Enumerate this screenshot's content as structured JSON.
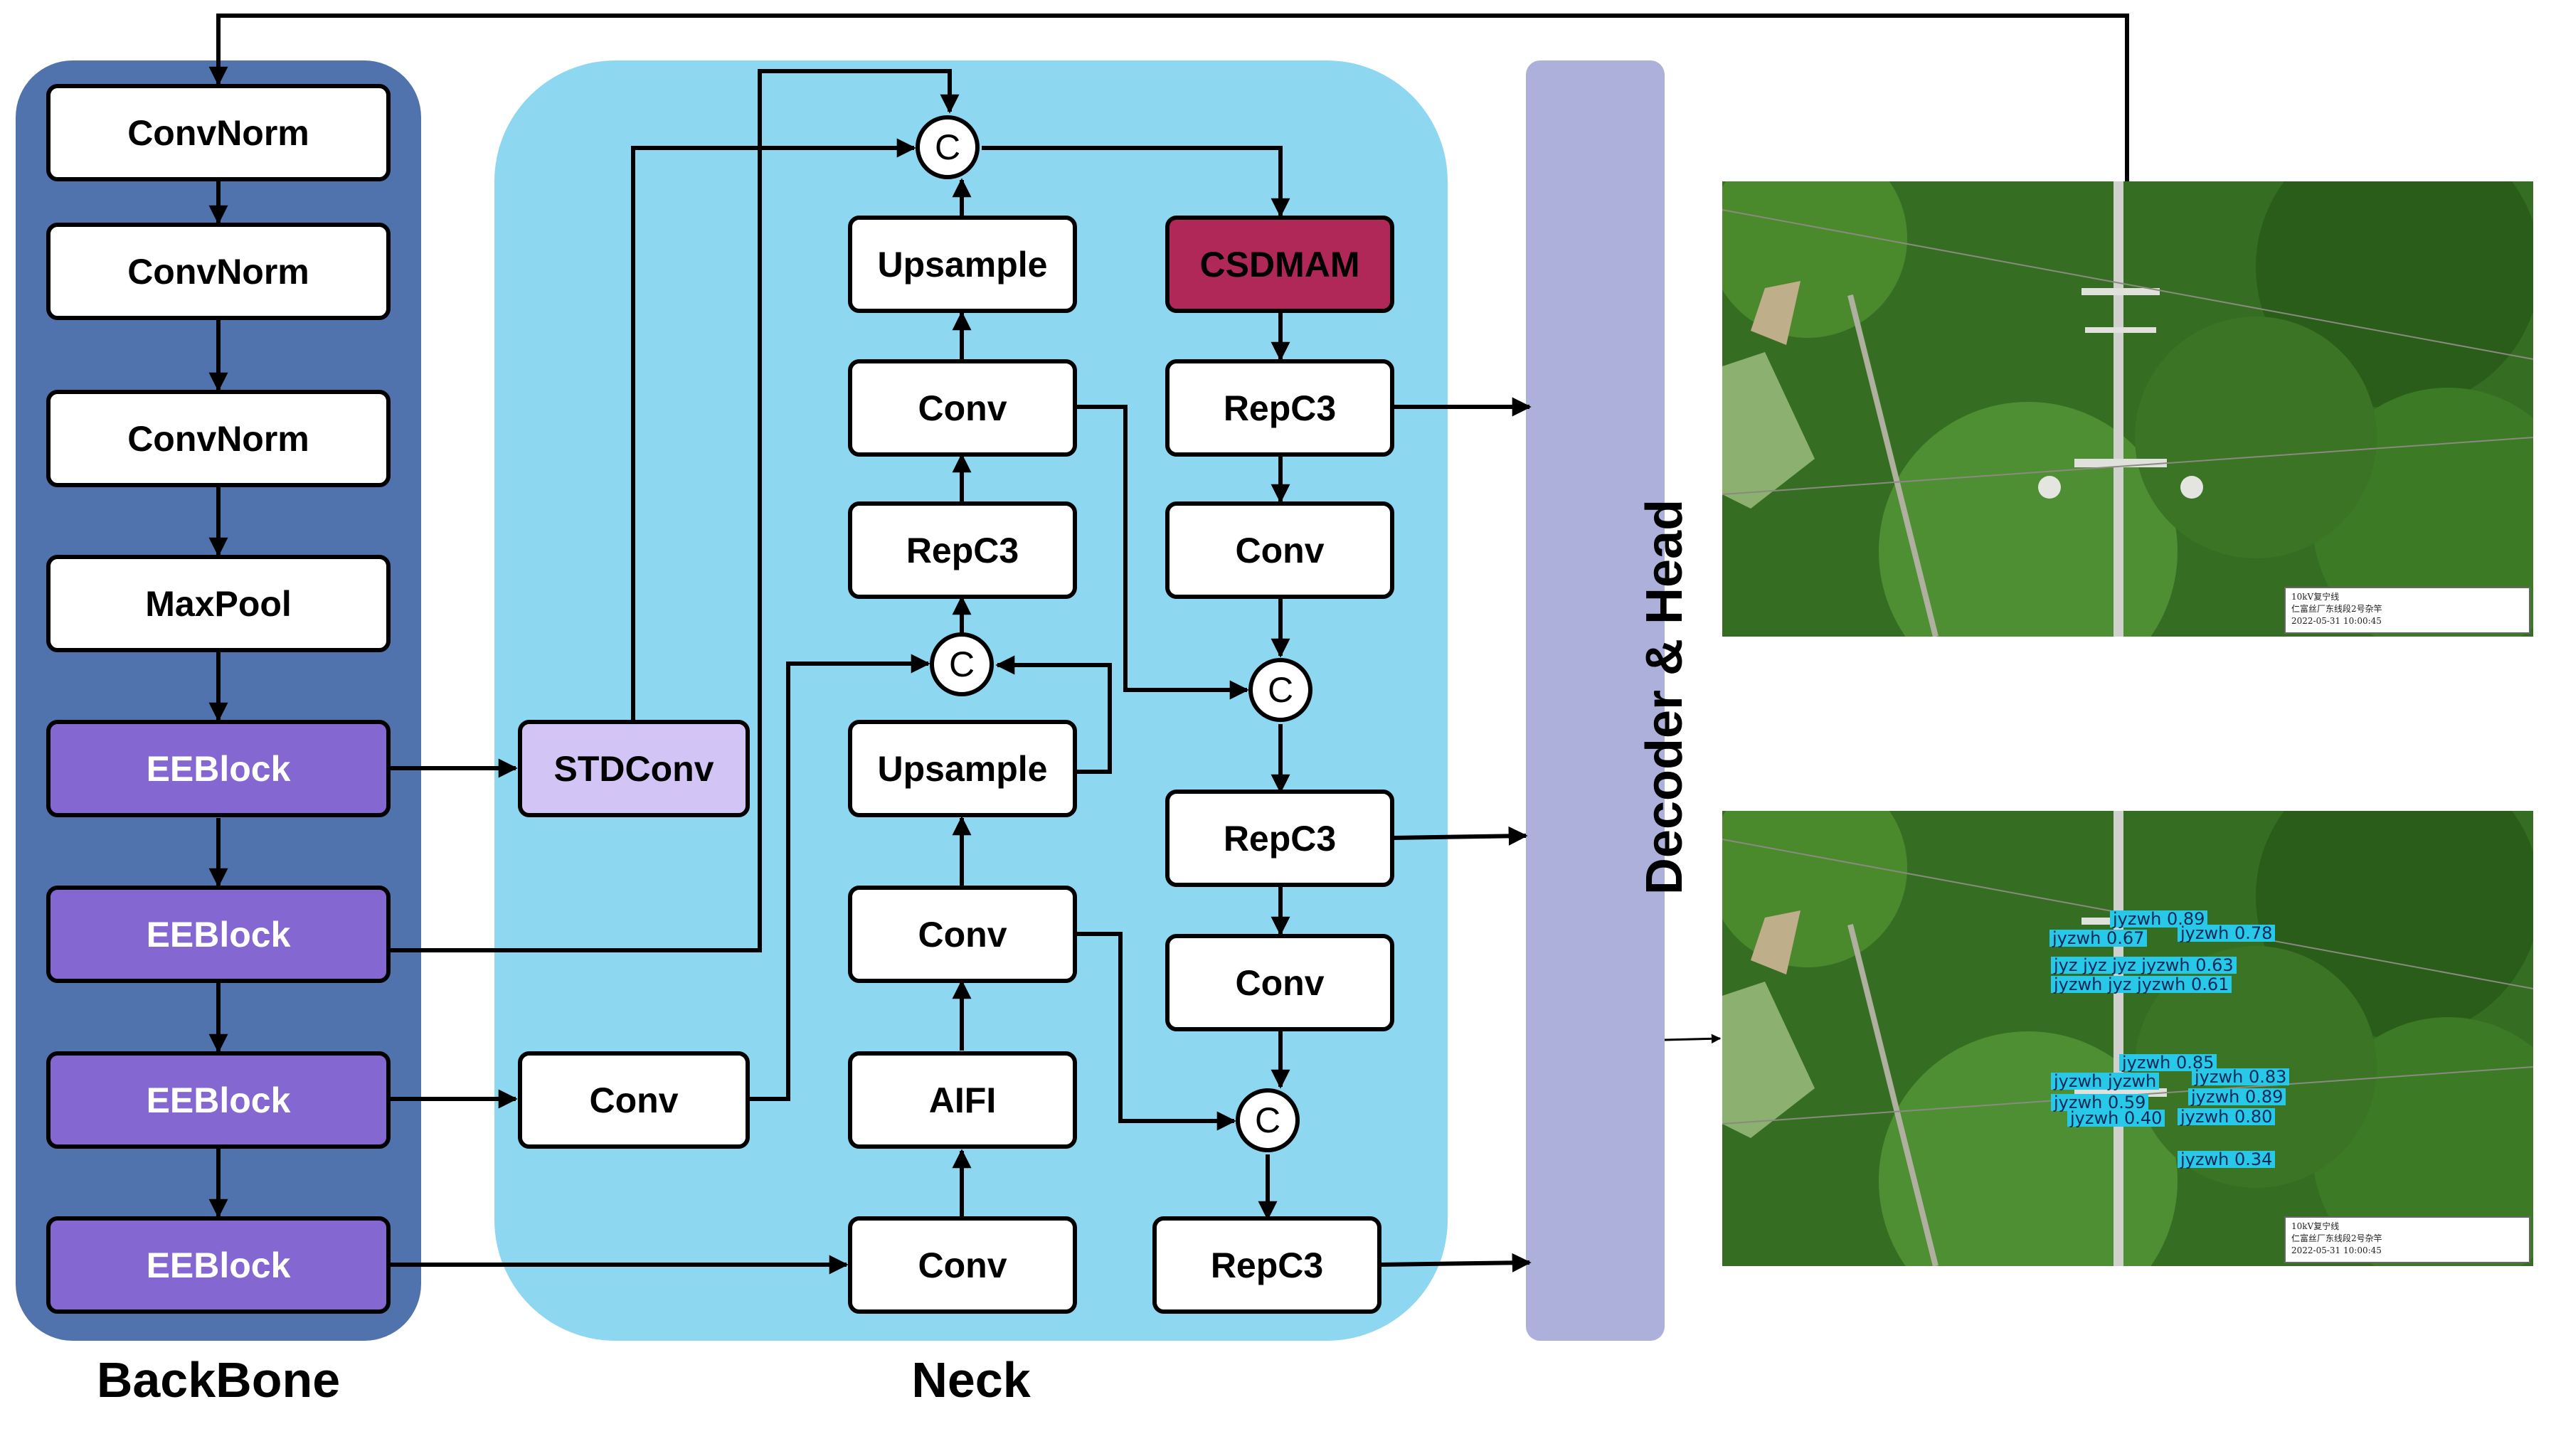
{
  "labels": {
    "backbone": "BackBone",
    "neck": "Neck",
    "decoder": "Decoder & Head"
  },
  "backbone": {
    "blocks": [
      "ConvNorm",
      "ConvNorm",
      "ConvNorm",
      "MaxPool",
      "EEBlock",
      "EEBlock",
      "EEBlock",
      "EEBlock"
    ]
  },
  "neck": {
    "stdconv": "STDConv",
    "conv_lateral": "Conv",
    "conv_bottom": "Conv",
    "aifi": "AIFI",
    "conv_mid": "Conv",
    "upsample_mid": "Upsample",
    "repc3_mid": "RepC3",
    "conv_upper": "Conv",
    "upsample_top": "Upsample",
    "csdmam": "CSDMAM",
    "repc3_right_top": "RepC3",
    "conv_right_1": "Conv",
    "repc3_right_mid": "RepC3",
    "conv_right_2": "Conv",
    "repc3_right_bottom": "RepC3",
    "concat": "C"
  },
  "images": {
    "stamp_line1": "10kV复宁线",
    "stamp_line2": "仁富丝厂东线段2号杂竿",
    "stamp_line3": "2022-05-31      10:00:45"
  },
  "detections": [
    "jyzwh 0.89",
    "jyzwh 0.67",
    "jyzwh 0.78",
    "jyz jyz jyz jyzwh 0.63",
    "jyzwh jyz jyzwh 0.61",
    "jyzwh 0.85",
    "jyzwh jyzwh",
    "jyzwh 0.83",
    "jyzwh 0.59",
    "jyzwh 0.89",
    "jyzwh 0.40",
    "jyzwh 0.80",
    "jyzwh 0.34"
  ],
  "colors": {
    "backbone_bg": "#5173ad",
    "neck_bg": "#8ed7f0",
    "decoder_bg": "#adb0da",
    "eeblock": "#8467d0",
    "stdconv": "#d2c5f5",
    "csdmam": "#b02858",
    "detection_box": "#27c8e8"
  }
}
